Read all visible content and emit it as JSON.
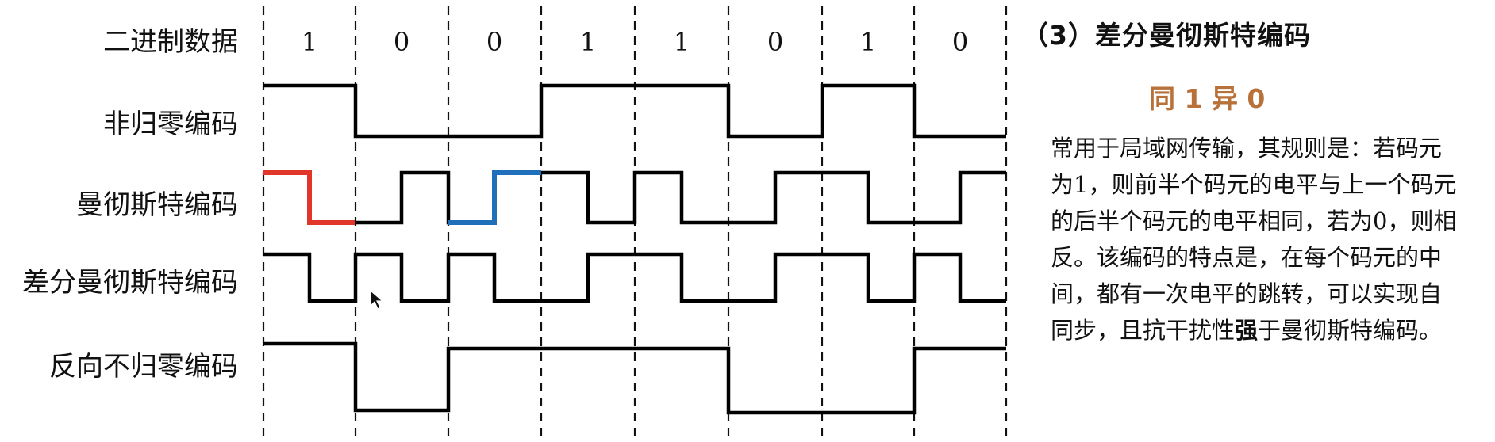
{
  "rows": {
    "binary": "二进制数据",
    "nrz": "非归零编码",
    "manchester": "曼彻斯特编码",
    "diff_manchester": "差分曼彻斯特编码",
    "nrzi": "反向不归零编码"
  },
  "bits": [
    "1",
    "0",
    "0",
    "1",
    "1",
    "0",
    "1",
    "0"
  ],
  "highlight_colors": {
    "red": "#e0372a",
    "blue": "#1f6fbb"
  },
  "side": {
    "title": "（3）差分曼彻斯特编码",
    "rule": "同 1 异 0",
    "desc_a": "常用于局域网传输，其规则是：若码元为1，则前半个码元的电平与上一个码元的后半个码元的电平相同，若为0，则相反。该编码的特点是，在每个码元的中间，都有一次电平的跳转，可以实现自同步，且抗干扰性",
    "desc_bold": "强",
    "desc_b": "于曼彻斯特编码。"
  }
}
